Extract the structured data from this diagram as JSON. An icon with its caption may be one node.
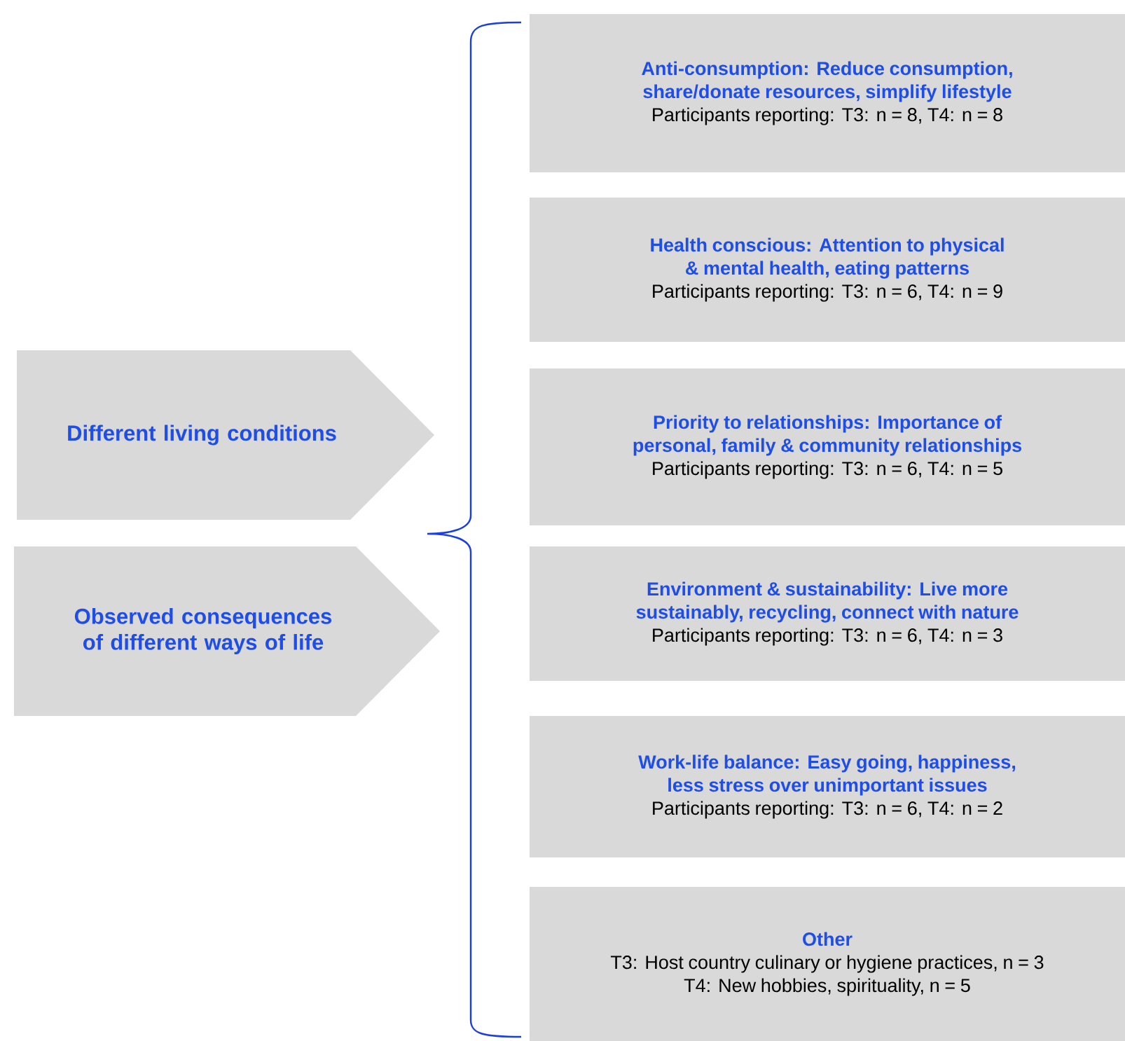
{
  "diagram": {
    "nodes": [
      {
        "text": [
          "Different living conditions"
        ]
      },
      {
        "text": [
          "Observed consequences of different ways of life"
        ]
      },
      {
        "text": [
          "Anti-consumption: Reduce consumption, share/donate resources, simplify lifestyle",
          "Participants reporting: T3: n = 8, T4: n = 8"
        ]
      },
      {
        "text": [
          "Health conscious: Attention to physical & mental health, eating patterns",
          "Participants reporting: T3: n = 6, T4: n = 9"
        ]
      },
      {
        "text": [
          "Priority to relationships: Importance of personal, family & community relationships",
          "Participants reporting: T3: n = 6, T4: n = 5"
        ]
      },
      {
        "text": [
          "Environment & sustainability: Live more sustainably, recycling, connect with nature",
          "Participants reporting: T3: n = 6, T4: n = 3"
        ]
      },
      {
        "text": [
          "Work-life balance: Easy going, happiness, less stress over unimportant issues",
          "Participants reporting: T3: n = 6, T4: n = 2"
        ]
      },
      {
        "text": [
          "Other",
          "T3: Host country culinary or hygiene practices, n = 3",
          "T4: New hobbies, spirituality, n = 5"
        ]
      }
    ]
  }
}
